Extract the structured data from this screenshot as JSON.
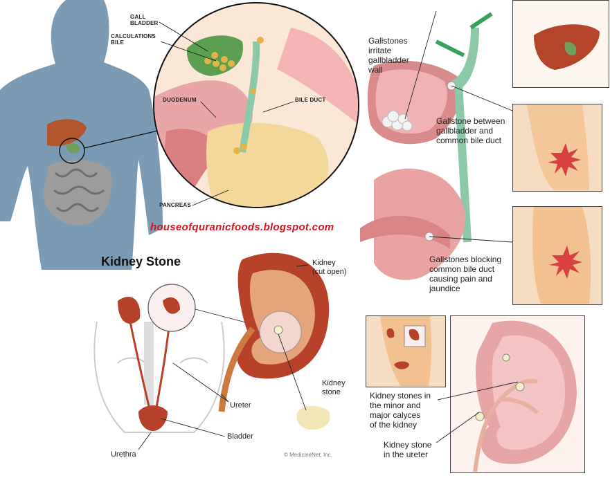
{
  "gallbladder_panel": {
    "labels": {
      "gall_bladder": "GALL\nBLADDER",
      "calculations_bile": "CALCULATIONS\nBILE",
      "duodenum": "DUODENUM",
      "bile_duct": "BILE DUCT",
      "pancreas": "PANCREAS"
    }
  },
  "watermark": "houseofquranicfoods.blogspot.com",
  "gallstone_panel": {
    "irritate": "Gallstones\nirritate\ngallbladder\nwall",
    "between": "Gallstone between\ngallbladder and\ncommon bile duct",
    "blocking": "Gallstones blocking\ncommon bile duct\ncausing pain and\njaundice"
  },
  "kidney_panel": {
    "title": "Kidney Stone",
    "kidney_cut_open": "Kidney\n(cut open)",
    "kidney_stone": "Kidney\nstone",
    "ureter": "Ureter",
    "bladder": "Bladder",
    "urethra": "Urethra",
    "credit": "© MedicineNet, Inc."
  },
  "calyces_panel": {
    "minor_major": "Kidney stones in\nthe minor and\nmajor calyces\nof the kidney",
    "ureter_stone": "Kidney stone\nin the ureter"
  },
  "colors": {
    "silhouette": "#7b9bb5",
    "watermark": "#d4131c",
    "kidney": "#b8412a",
    "duct": "#8cc9a8",
    "skin": "#f3c79a"
  }
}
